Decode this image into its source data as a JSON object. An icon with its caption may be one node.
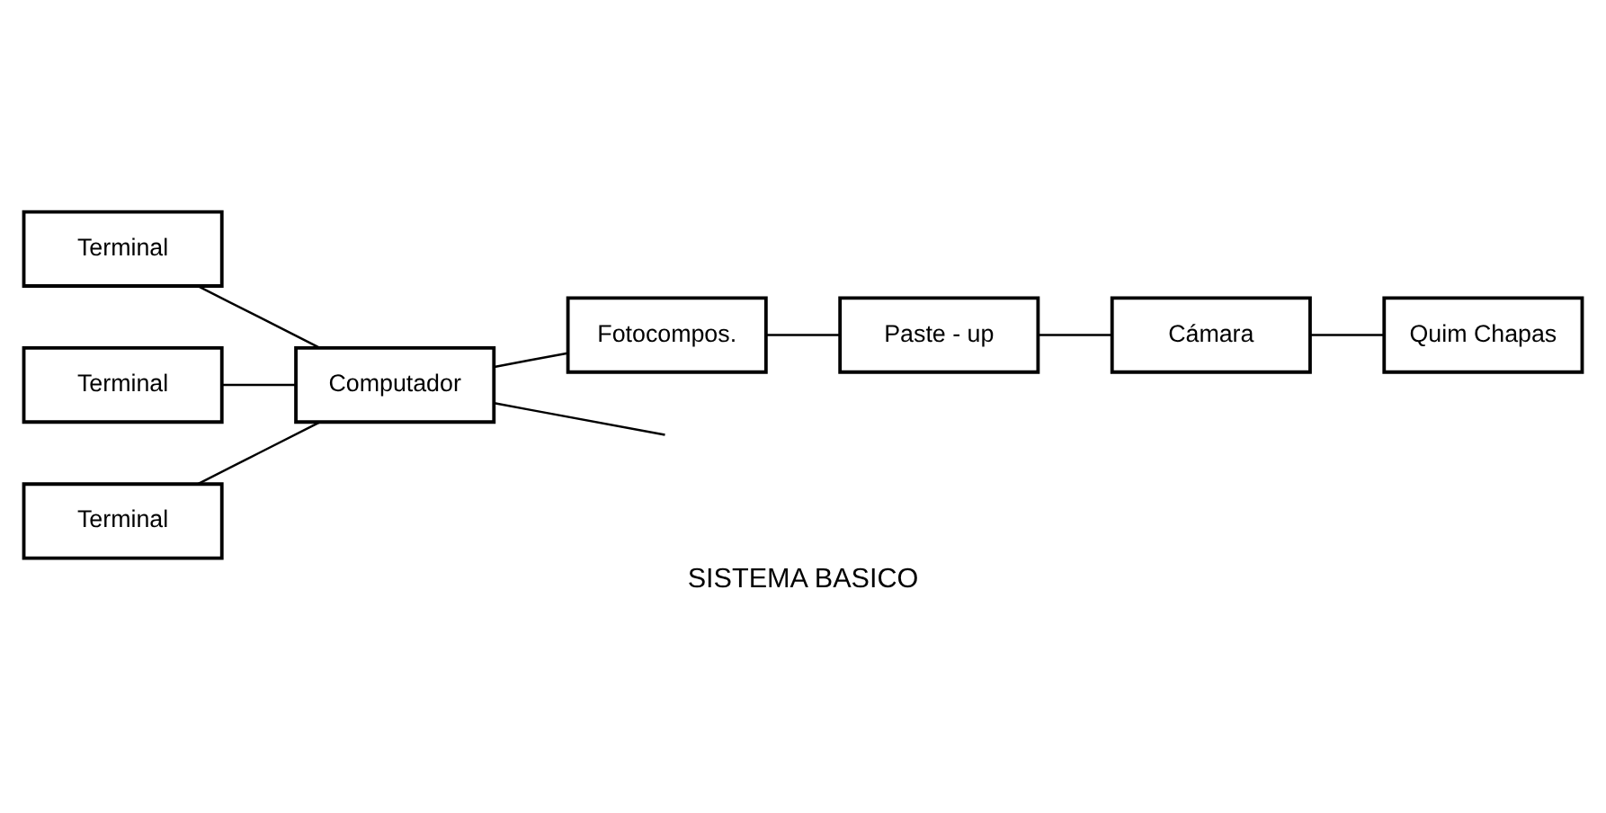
{
  "diagram": {
    "caption": "SISTEMA BASICO",
    "nodes": [
      {
        "text": [
          "Terminal"
        ]
      },
      {
        "text": [
          "Terminal"
        ]
      },
      {
        "text": [
          "Terminal"
        ]
      },
      {
        "text": [
          "Computador"
        ]
      },
      {
        "text": [
          "Fotocompos."
        ]
      },
      {
        "text": [
          "Paste - up"
        ]
      },
      {
        "text": [
          "Cámara"
        ]
      },
      {
        "text": [
          "Quim Chapas"
        ]
      }
    ],
    "edges": [
      {
        "from": 0,
        "to": 3,
        "arrow": "none"
      },
      {
        "from": 1,
        "to": 3,
        "arrow": "none"
      },
      {
        "from": 2,
        "to": 3,
        "arrow": "none"
      },
      {
        "from": 3,
        "to": null,
        "arrow": "none"
      },
      {
        "from": 3,
        "to": 4,
        "arrow": "none"
      },
      {
        "from": 4,
        "to": 5,
        "arrow": "none"
      },
      {
        "from": 5,
        "to": 6,
        "arrow": "none"
      },
      {
        "from": 6,
        "to": 7,
        "arrow": "none"
      }
    ]
  }
}
